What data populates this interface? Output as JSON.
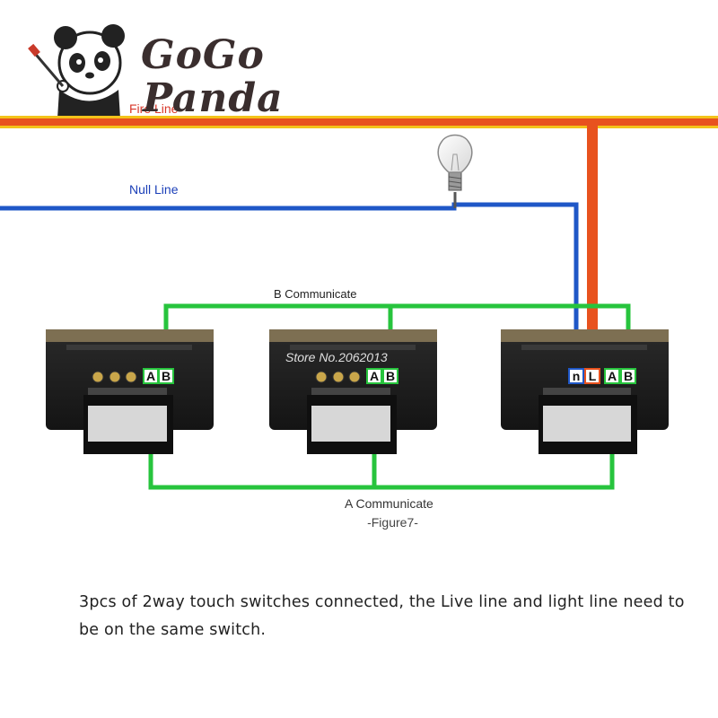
{
  "brand": {
    "line1": "GoGo",
    "line2": "Panda",
    "logo_icon": "panda-with-screwdriver"
  },
  "wires": {
    "fire_line_label": "Fire Line",
    "null_line_label": "Null Line",
    "b_communicate_label": "B Communicate",
    "a_communicate_label": "A Communicate",
    "colors": {
      "fire": "#e8521e",
      "fire_edge": "#f3c31a",
      "null": "#1f57c7",
      "communicate": "#27c43d"
    }
  },
  "lamp": {
    "icon": "light-bulb-icon"
  },
  "switches": [
    {
      "terminals": [
        "A",
        "B"
      ]
    },
    {
      "terminals": [
        "A",
        "B"
      ],
      "watermark": "Store No.2062013"
    },
    {
      "terminals": [
        "n",
        "L",
        "A",
        "B"
      ]
    }
  ],
  "figure_label": "-Figure7-",
  "caption": "3pcs of 2way touch switches connected, the Live line and light line need to be on the same switch."
}
